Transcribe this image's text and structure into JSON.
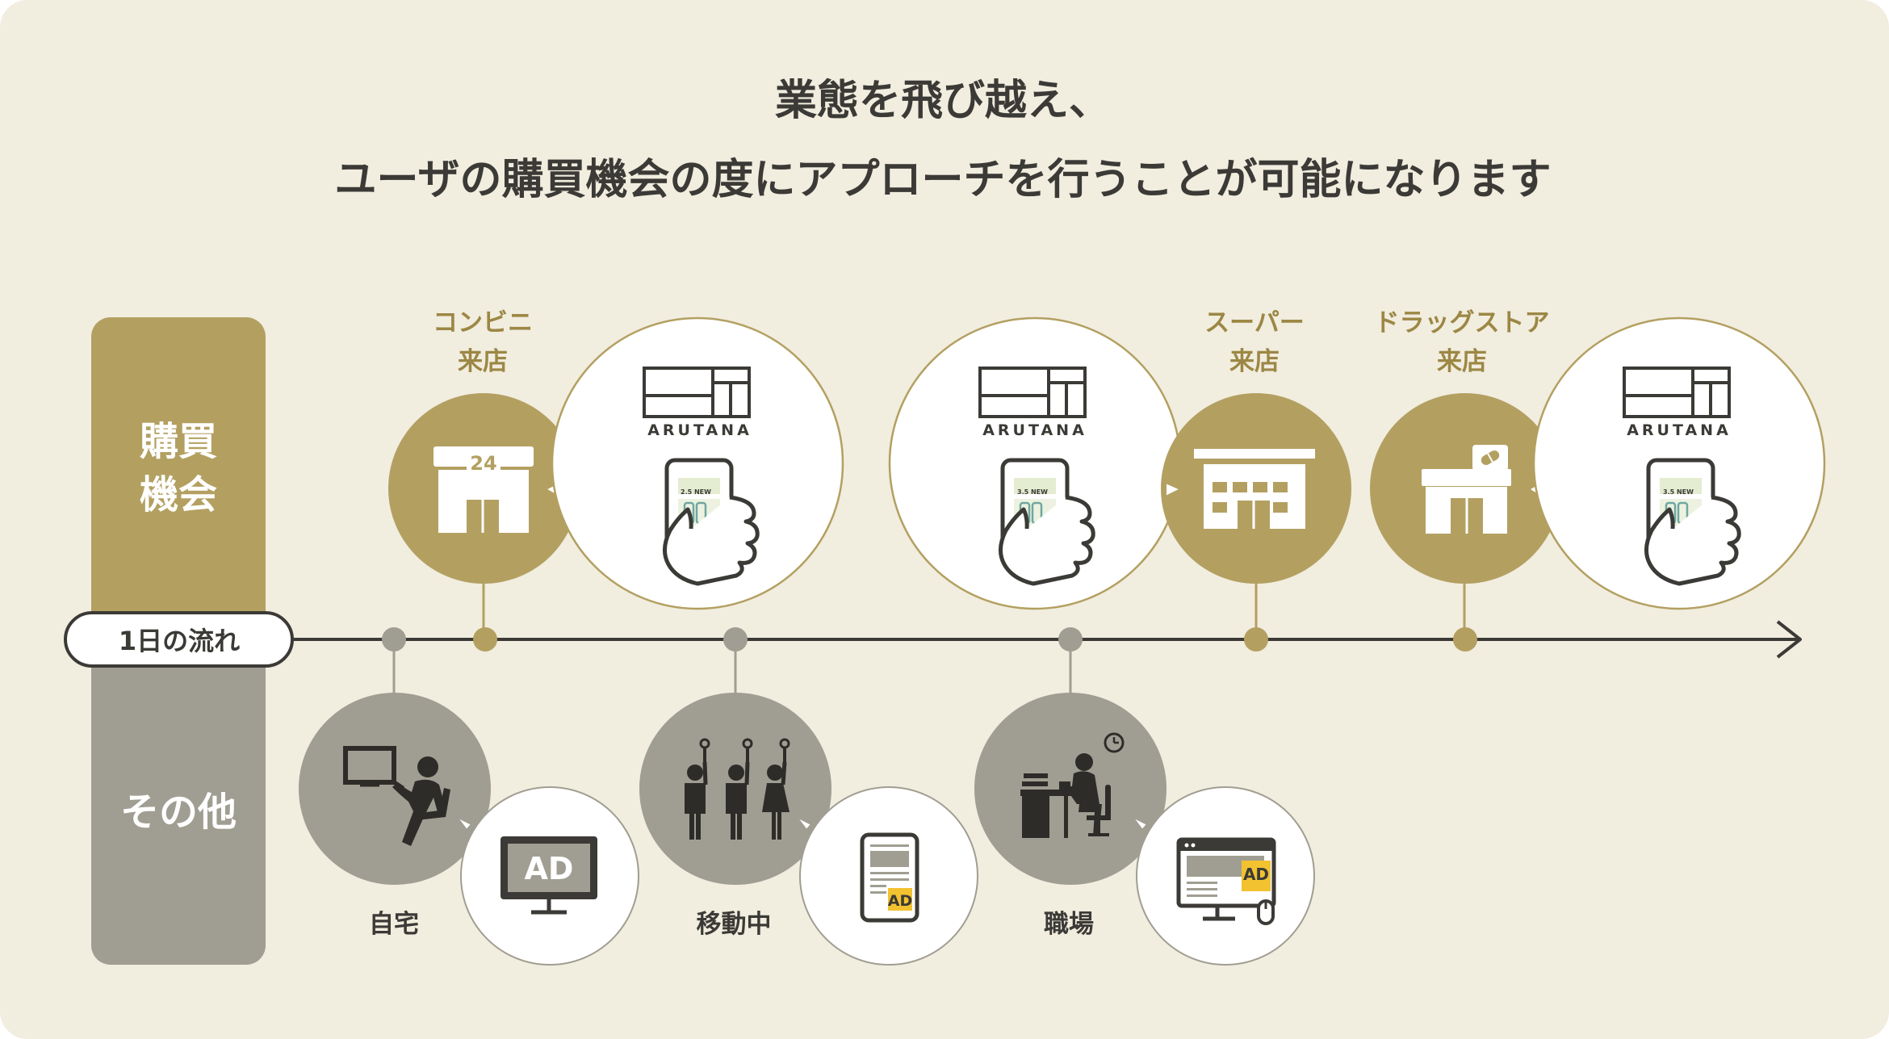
{
  "title": {
    "line1": "業態を飛び越え、",
    "line2": "ユーザの購買機会の度にアプローチを行うことが可能になります"
  },
  "bands": {
    "purchase": {
      "line1": "購買",
      "line2": "機会"
    },
    "other": "その他"
  },
  "timeline": {
    "label": "1日の流れ"
  },
  "stores": [
    {
      "line1": "コンビニ",
      "line2": "来店",
      "icon": "convenience-store-icon"
    },
    {
      "line1": "スーパー",
      "line2": "来店",
      "icon": "supermarket-icon"
    },
    {
      "line1": "ドラッグストア",
      "line2": "来店",
      "icon": "drugstore-icon"
    }
  ],
  "app": {
    "logo": "ARUTANA",
    "screen_label": "3.5 NEW",
    "screen_label_first": "2.5 NEW"
  },
  "places": [
    {
      "label": "自宅",
      "scene_icon": "tv-viewer-icon",
      "device_icon": "tv-ad-icon"
    },
    {
      "label": "移動中",
      "scene_icon": "train-commuters-icon",
      "device_icon": "tablet-ad-icon"
    },
    {
      "label": "職場",
      "scene_icon": "office-worker-icon",
      "device_icon": "desktop-ad-icon"
    }
  ],
  "ad_label": "AD",
  "store_sign": "24",
  "colors": {
    "background": "#f1eddf",
    "gold": "#b3a061",
    "gold_text": "#9c8744",
    "gray": "#a09e92",
    "dark": "#3b3a36",
    "ad_yellow": "#f2c230"
  }
}
